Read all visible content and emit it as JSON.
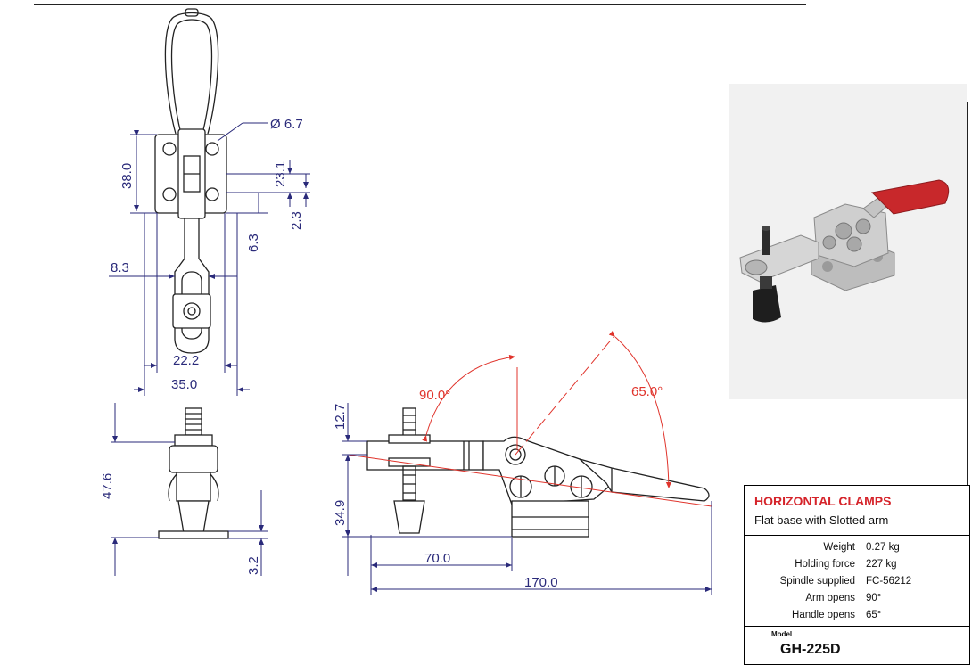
{
  "dimensions": {
    "hole_dia": "Ø 6.7",
    "base_len": "38.0",
    "hole_pitch": "23.1",
    "slot_w": "2.3",
    "off_63": "6.3",
    "arm_w": "8.3",
    "inner_w": "22.2",
    "outer_w": "35.0",
    "thread_h": "12.7",
    "total_h": "47.6",
    "spindle_h": "34.9",
    "base_t": "3.2",
    "reach": "70.0",
    "overall": "170.0"
  },
  "angles": {
    "arm": "90.0°",
    "handle": "65.0°"
  },
  "spec": {
    "title": "HORIZONTAL CLAMPS",
    "subtitle": "Flat base with Slotted arm",
    "rows": [
      {
        "label": "Weight",
        "value": "0.27 kg"
      },
      {
        "label": "Holding force",
        "value": "227 kg"
      },
      {
        "label": "Spindle supplied",
        "value": "FC-56212"
      },
      {
        "label": "Arm opens",
        "value": "90°"
      },
      {
        "label": "Handle opens",
        "value": "65°"
      }
    ],
    "model_label": "Model",
    "model": "GH-225D"
  },
  "colors": {
    "dimension": "#2a2a7a",
    "angle": "#e0342c",
    "title": "#d5232a",
    "handle_grip": "#c8282b"
  }
}
